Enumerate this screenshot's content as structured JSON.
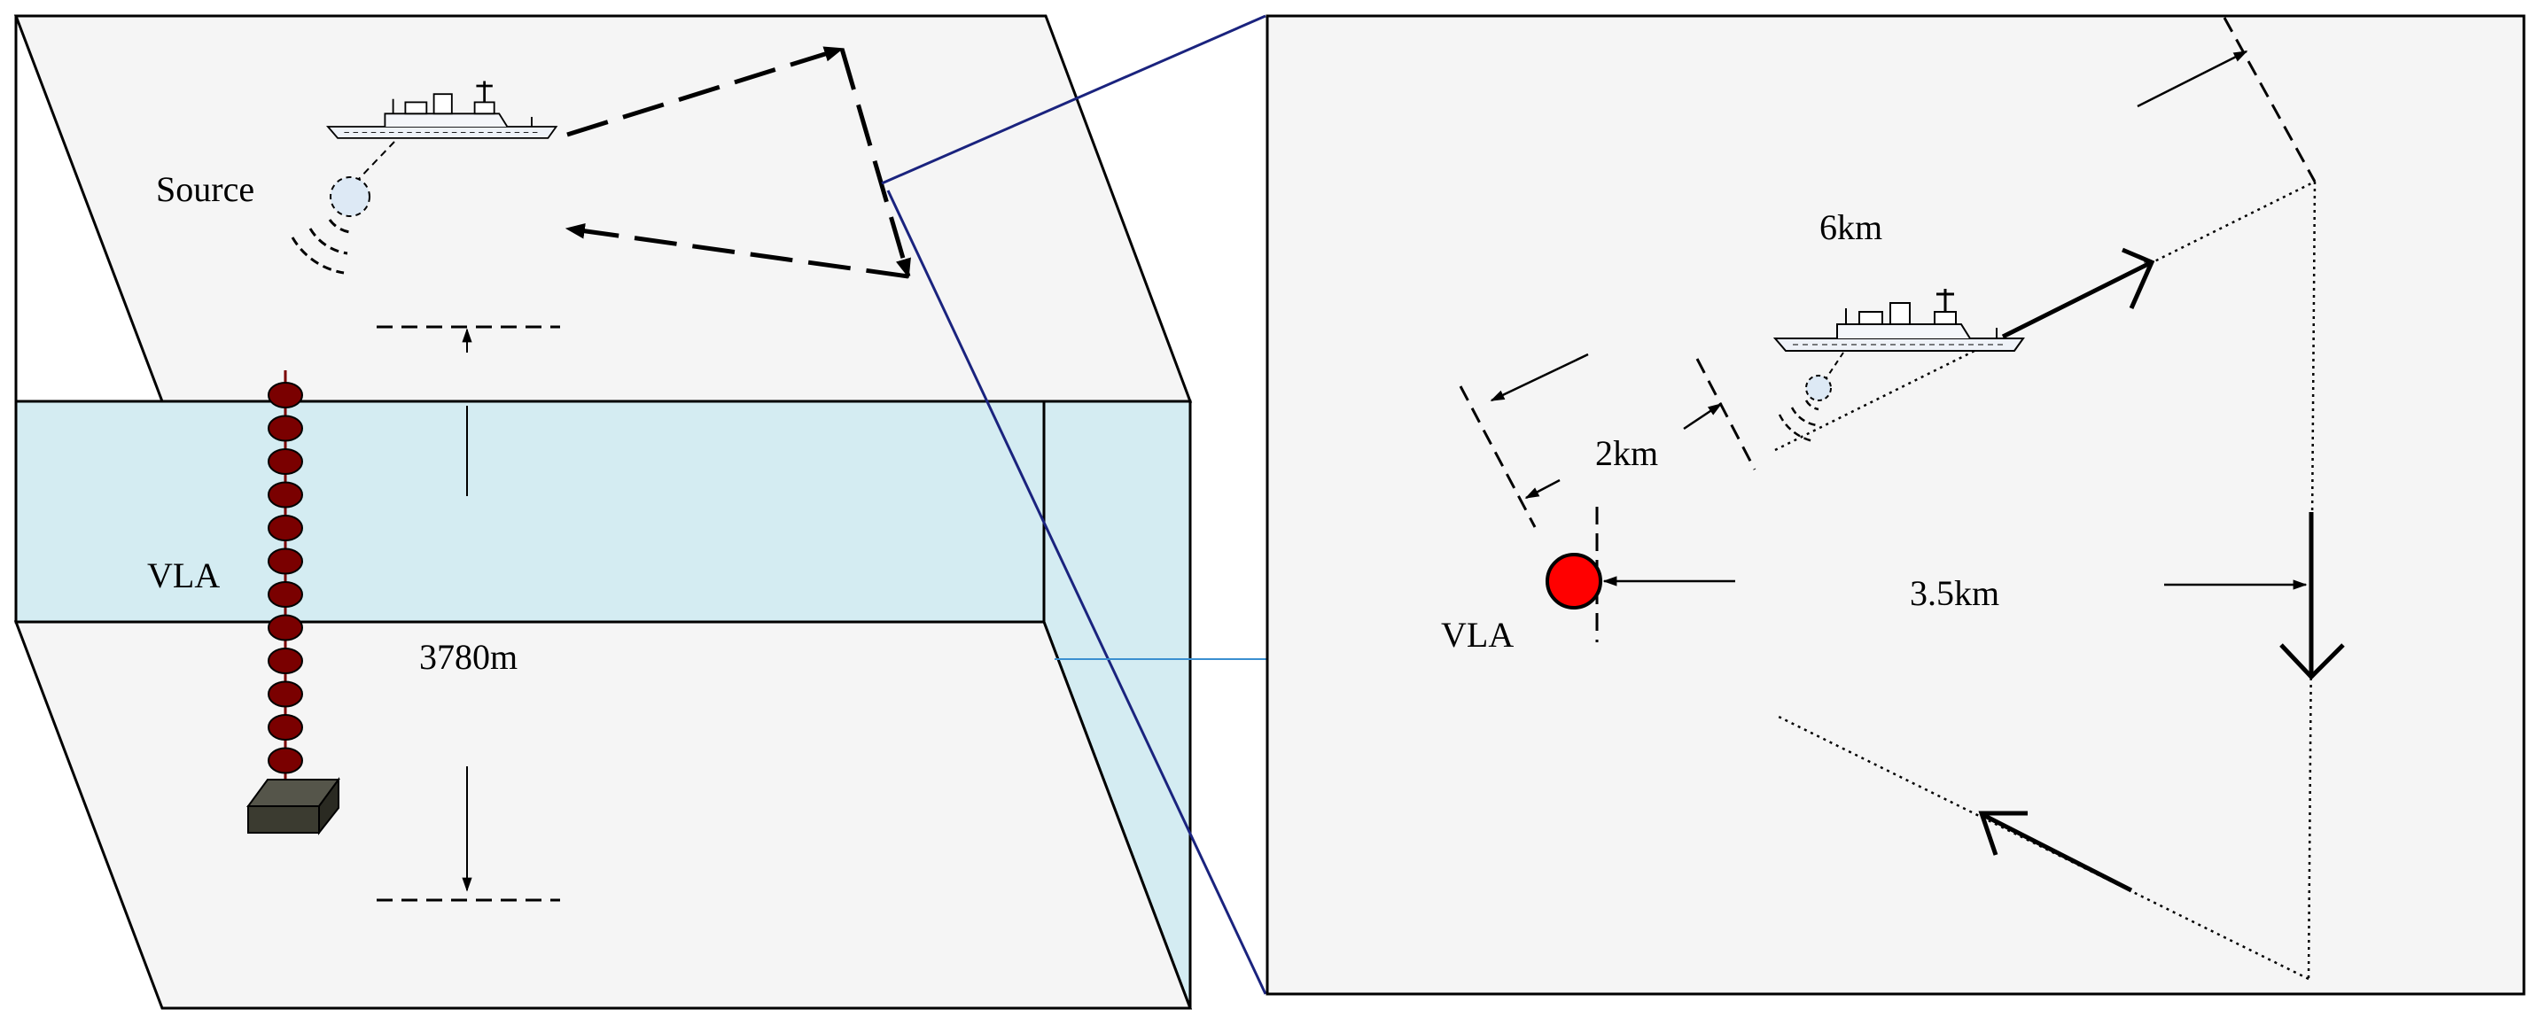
{
  "labels": {
    "source": "Source",
    "vla_left": "VLA",
    "depth": "3780m",
    "distance_6km": "6km",
    "distance_2km": "2km",
    "distance_3_5km": "3.5km",
    "vla_right": "VLA"
  },
  "colors": {
    "surface": "#f5f5f5",
    "water": "#d4ecf2",
    "outline": "#000000",
    "connector_dark": "#1a237e",
    "connector_light": "#3a8fd0",
    "hydrophone": "#7a0000",
    "anchor": "#3b3b30",
    "vla_marker": "#ff0000",
    "ship_hull": "#eef2f8"
  },
  "icons": {
    "ship": "ship-icon",
    "sound_waves": "sound-wave-icon",
    "hydrophone": "hydrophone-icon",
    "anchor": "anchor-block-icon",
    "vla_marker": "vla-marker-icon"
  },
  "hydrophone_count": 12
}
